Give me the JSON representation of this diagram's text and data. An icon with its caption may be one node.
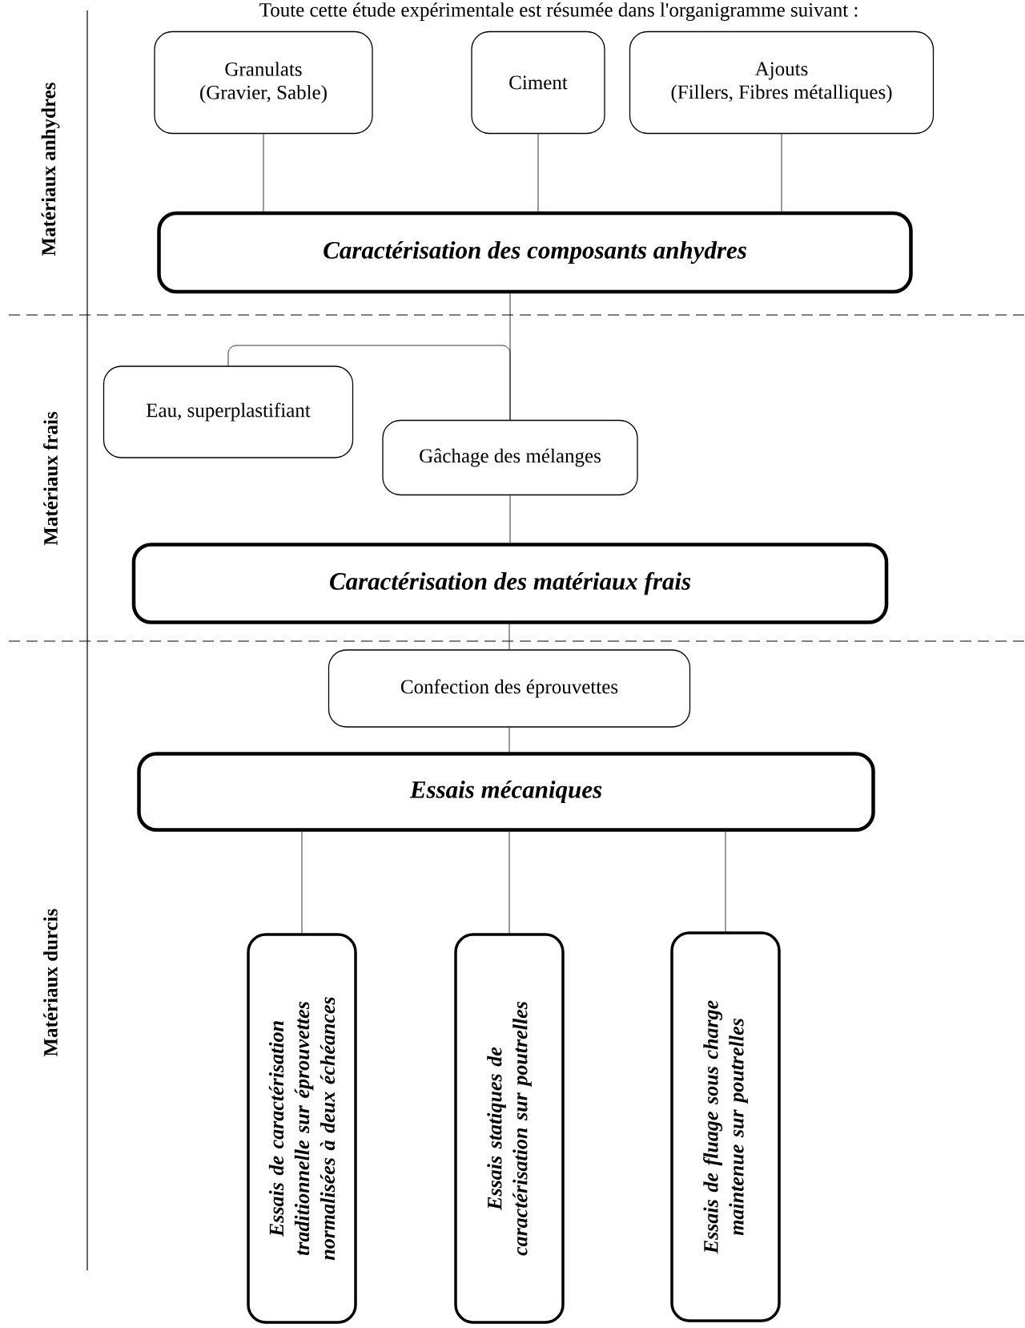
{
  "diagram": {
    "nodes": [
      {
        "text": [
          "Granulats",
          "(Gravier, Sable)"
        ]
      },
      {
        "text": [
          "Ciment"
        ]
      },
      {
        "text": [
          "Ajouts",
          "(Fillers, Fibres métalliques)"
        ]
      },
      {
        "text": [
          "Caractérisation des composants anhydres"
        ]
      },
      {
        "text": [
          "Eau, superplastifiant"
        ]
      },
      {
        "text": [
          "Gâchage des mélanges"
        ]
      },
      {
        "text": [
          "Caractérisation des matériaux frais"
        ]
      },
      {
        "text": [
          "Confection des éprouvettes"
        ]
      },
      {
        "text": [
          "Essais mécaniques"
        ]
      },
      {
        "text": [
          "Essais de caractérisation traditionnelle sur éprouvettes normalisées à deux échéances"
        ]
      },
      {
        "text": [
          "Essais statiques de caractérisation sur poutrelles"
        ]
      },
      {
        "text": [
          "Essais de fluage sous charge maintenue sur poutrelles"
        ]
      }
    ],
    "edges": [
      {
        "from": 0,
        "to": 3,
        "arrow": "none"
      },
      {
        "from": 1,
        "to": 3,
        "arrow": "none"
      },
      {
        "from": 2,
        "to": 3,
        "arrow": "none"
      },
      {
        "from": 3,
        "to": 5,
        "arrow": "none"
      },
      {
        "from": 4,
        "to": 5,
        "arrow": "none"
      },
      {
        "from": 5,
        "to": 6,
        "arrow": "none"
      },
      {
        "from": 6,
        "to": 7,
        "arrow": "none"
      },
      {
        "from": 7,
        "to": 8,
        "arrow": "none"
      },
      {
        "from": 8,
        "to": 9,
        "arrow": "none"
      },
      {
        "from": 8,
        "to": 10,
        "arrow": "none"
      },
      {
        "from": 8,
        "to": 11,
        "arrow": "none"
      }
    ],
    "labels": [
      "Toute cette étude expérimentale est résumée dans l'organigramme suivant :",
      "Matériaux anhydres",
      "Matériaux frais",
      "Matériaux durcis"
    ]
  }
}
